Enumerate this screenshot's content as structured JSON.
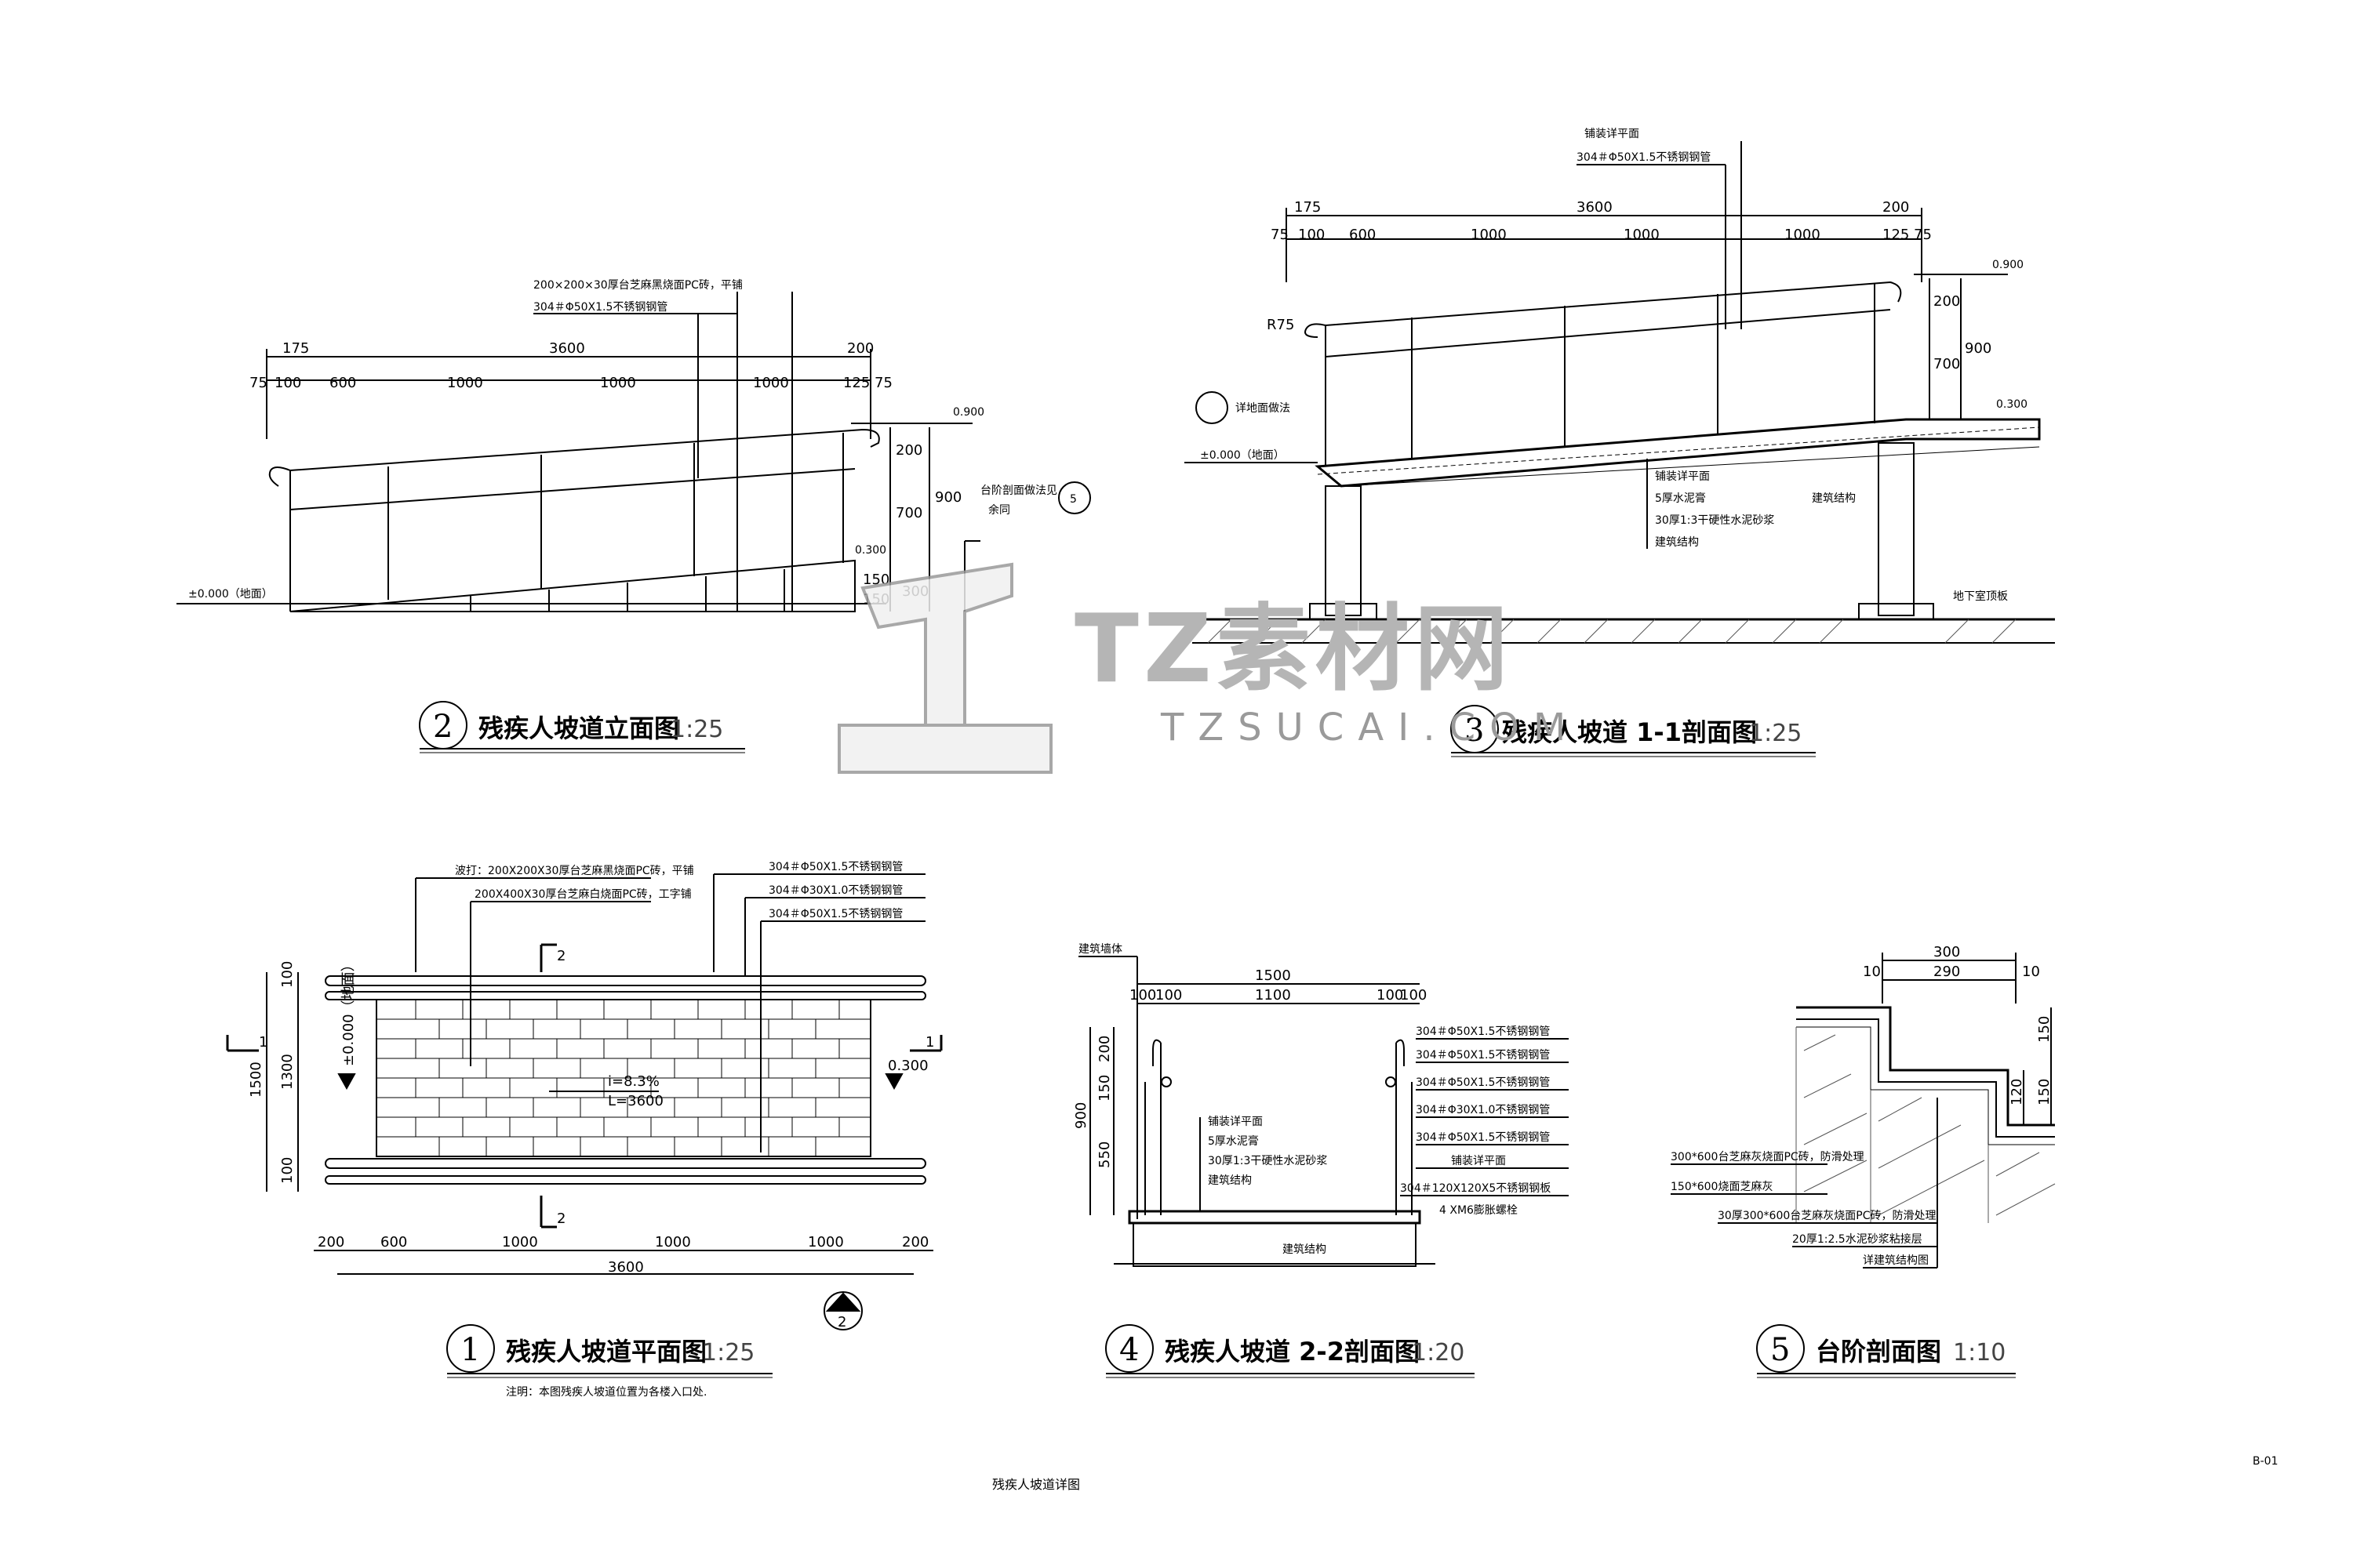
{
  "sheet": {
    "title": "残疾人坡道详图",
    "number": "B-01"
  },
  "watermark": {
    "brand": "TZ素材网",
    "url": "TZSUCAI.COM"
  },
  "drawing2": {
    "num": "2",
    "title": "残疾人坡道立面图",
    "scale": "1:25",
    "total": "3600",
    "top_left": "175",
    "top_right": "200",
    "segments": [
      "75",
      "100",
      "600",
      "1000",
      "1000",
      "1000",
      "125",
      "75"
    ],
    "heights": [
      "200",
      "700",
      "900",
      "150",
      "150",
      "300"
    ],
    "levels": [
      "0.900",
      "0.300",
      "±0.000（地面）"
    ],
    "notes": [
      "200×200×30厚台芝麻黑烧面PC砖，平铺",
      "304＃Φ50X1.5不锈钢钢管",
      "台阶剖面做法见",
      "余同"
    ],
    "ref": "5"
  },
  "drawing3": {
    "num": "3",
    "title": "残疾人坡道 1-1剖面图",
    "scale": "1:25",
    "total": "3600",
    "top_left": "175",
    "top_right": "200",
    "segments": [
      "75",
      "100",
      "600",
      "1000",
      "1000",
      "1000",
      "125",
      "75"
    ],
    "heights": [
      "200",
      "700",
      "900"
    ],
    "levels": [
      "0.900",
      "0.300",
      "±0.000（地面）"
    ],
    "radius": "R75",
    "notes": [
      "铺装详平面",
      "304＃Φ50X1.5不锈钢钢管",
      "详地面做法",
      "铺装详平面",
      "5厚水泥膏",
      "30厚1:3干硬性水泥砂浆",
      "建筑结构",
      "建筑结构",
      "地下室顶板"
    ]
  },
  "drawing1": {
    "num": "1",
    "title": "残疾人坡道平面图",
    "scale": "1:25",
    "note": "注明：本图残疾人坡道位置为各楼入口处.",
    "bottom_total": "3600",
    "bottom_segments": [
      "200",
      "600",
      "1000",
      "1000",
      "1000",
      "200"
    ],
    "left_dims": [
      "100",
      "1300",
      "100",
      "1500"
    ],
    "slope": "i=8.3%",
    "length": "L=3600",
    "levels": [
      "±0.000（地面）",
      "0.300"
    ],
    "section_marks": [
      "1",
      "1",
      "2",
      "2"
    ],
    "notes": [
      "波打：200X200X30厚台芝麻黑烧面PC砖，平铺",
      "200X400X30厚台芝麻白烧面PC砖，工字铺",
      "304＃Φ50X1.5不锈钢钢管",
      "304＃Φ30X1.0不锈钢钢管",
      "304＃Φ50X1.5不锈钢钢管"
    ],
    "north": "2"
  },
  "drawing4": {
    "num": "4",
    "title": "残疾人坡道 2-2剖面图",
    "scale": "1:20",
    "total": "1500",
    "inner": "1100",
    "edge": [
      "100",
      "100",
      "100",
      "100"
    ],
    "left_dims": [
      "200",
      "150",
      "550",
      "900"
    ],
    "notes_left": [
      "建筑墙体",
      "铺装详平面",
      "5厚水泥膏",
      "30厚1:3干硬性水泥砂浆",
      "建筑结构"
    ],
    "notes_right": [
      "304＃Φ50X1.5不锈钢钢管",
      "304＃Φ50X1.5不锈钢钢管",
      "304＃Φ50X1.5不锈钢钢管",
      "304＃Φ30X1.0不锈钢钢管",
      "304＃Φ50X1.5不锈钢钢管",
      "铺装详平面",
      "304＃120X120X5不锈钢钢板",
      "4 XM6膨胀螺栓"
    ],
    "bottom": "建筑结构"
  },
  "drawing5": {
    "num": "5",
    "title": "台阶剖面图",
    "scale": "1:10",
    "top": [
      "300",
      "290",
      "10",
      "10"
    ],
    "right": [
      "150",
      "120",
      "150"
    ],
    "notes": [
      "300*600台芝麻灰烧面PC砖，防滑处理",
      "150*600烧面芝麻灰",
      "30厚300*600台芝麻灰烧面PC砖，防滑处理",
      "20厚1:2.5水泥砂浆粘接层",
      "详建筑结构图"
    ]
  },
  "colors": {
    "line": "#000000",
    "hatch": "#555555",
    "watermark": "#b5b5b5"
  }
}
